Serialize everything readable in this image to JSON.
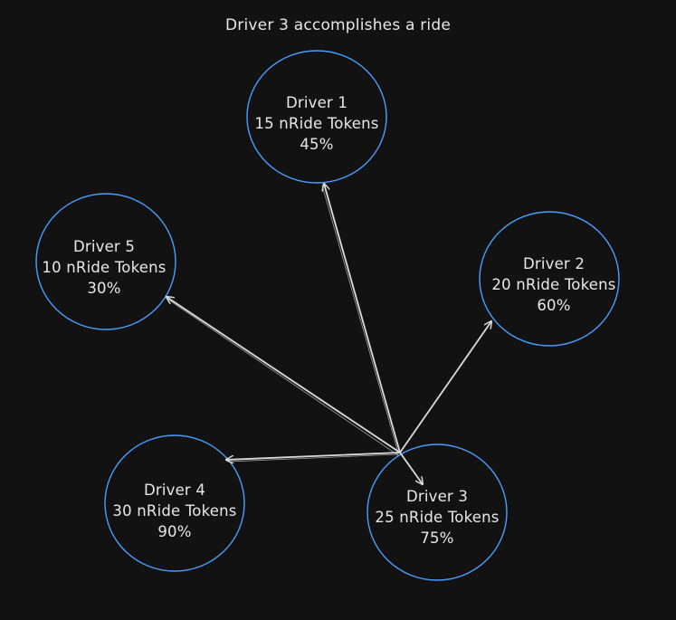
{
  "title": "Driver 3 accomplishes a ride",
  "colors": {
    "background": "#121212",
    "node_stroke": "#4a9eff",
    "arrow": "#dcdcdc",
    "text": "#e8e8e8"
  },
  "nodes": [
    {
      "id": "driver-1",
      "name": "Driver 1",
      "tokens": "15 nRide Tokens",
      "percent": "45%"
    },
    {
      "id": "driver-2",
      "name": "Driver 2",
      "tokens": "20 nRide Tokens",
      "percent": "60%"
    },
    {
      "id": "driver-3",
      "name": "Driver 3",
      "tokens": "25 nRide Tokens",
      "percent": "75%"
    },
    {
      "id": "driver-4",
      "name": "Driver 4",
      "tokens": "30 nRide Tokens",
      "percent": "90%"
    },
    {
      "id": "driver-5",
      "name": "Driver 5",
      "tokens": "10 nRide Tokens",
      "percent": "30%"
    }
  ],
  "edges": [
    {
      "from": "hub",
      "to": "driver-1"
    },
    {
      "from": "hub",
      "to": "driver-2"
    },
    {
      "from": "hub",
      "to": "driver-3"
    },
    {
      "from": "hub",
      "to": "driver-4"
    },
    {
      "from": "hub",
      "to": "driver-5"
    }
  ]
}
